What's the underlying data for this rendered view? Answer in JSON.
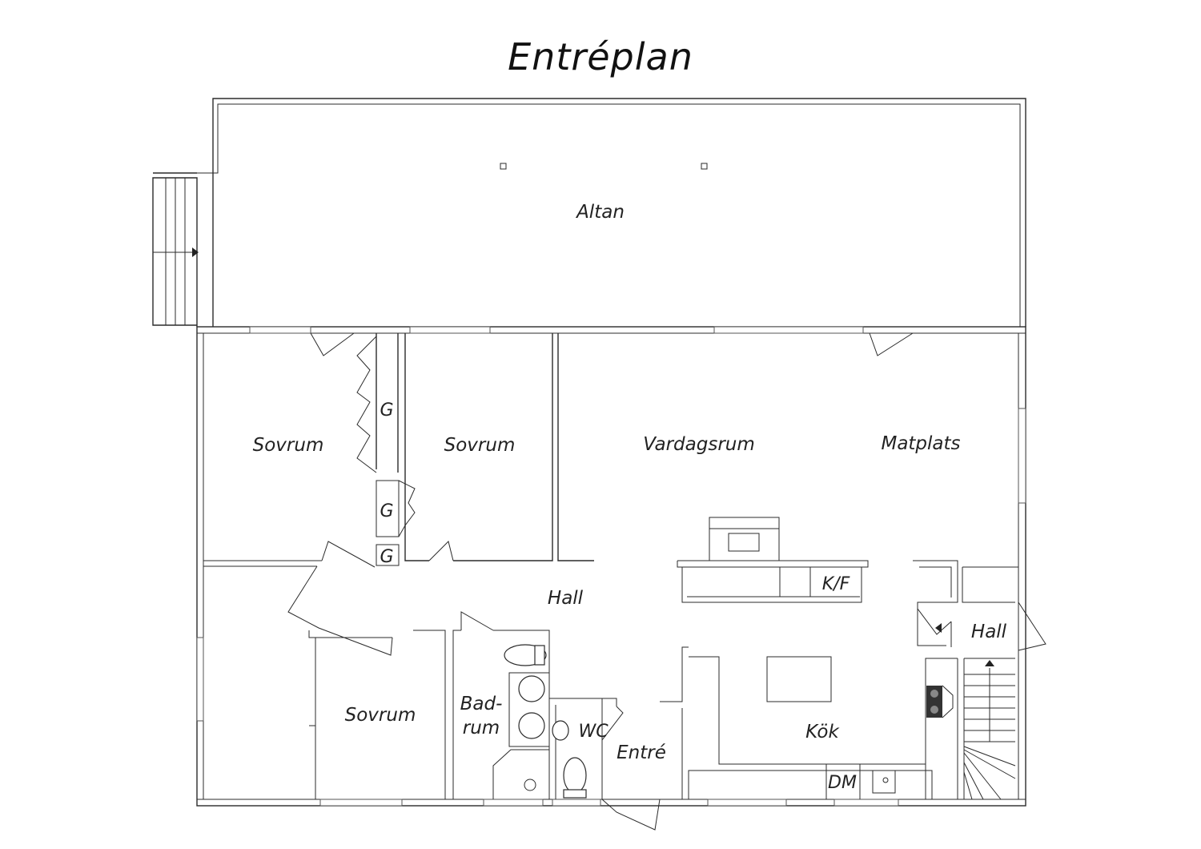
{
  "title": "Entréplan",
  "rooms": {
    "altan": "Altan",
    "sovrum_1": "Sovrum",
    "sovrum_2": "Sovrum",
    "sovrum_3": "Sovrum",
    "vardagsrum": "Vardagsrum",
    "matplats": "Matplats",
    "hall_main": "Hall",
    "hall_side": "Hall",
    "kok": "Kök",
    "badrum_line1": "Bad-",
    "badrum_line2": "rum",
    "wc": "WC",
    "entre": "Entré",
    "kf": "K/F",
    "dm": "DM",
    "garderob_1": "G",
    "garderob_2": "G",
    "garderob_3": "G"
  }
}
